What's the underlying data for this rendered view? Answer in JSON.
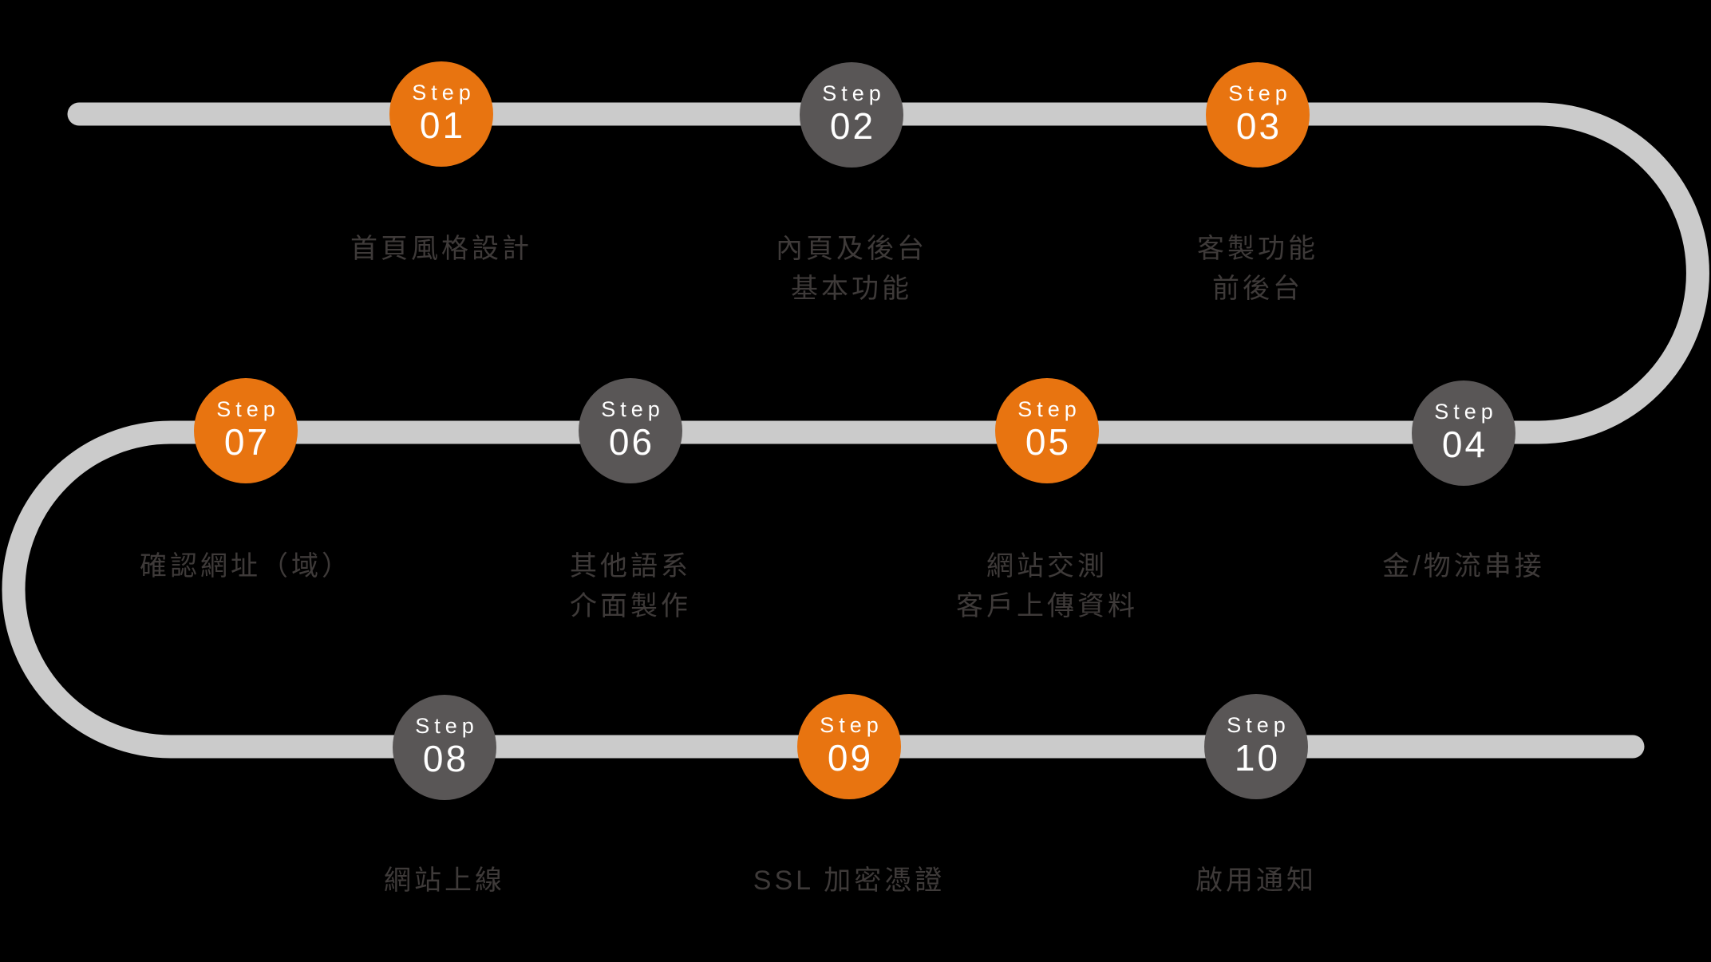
{
  "diagram_title": "website-build-process-steps",
  "colors": {
    "background": "#000000",
    "path": "#CBCBCB",
    "orange": "#E87410",
    "gray": "#595656",
    "label_text": "#3E3A39",
    "step_text": "#FFFFFF"
  },
  "steps": [
    {
      "prefix": "Step",
      "number": "01",
      "variant": "orange",
      "label_line1": "首頁風格設計"
    },
    {
      "prefix": "Step",
      "number": "02",
      "variant": "gray",
      "label_line1": "內頁及後台",
      "label_line2": "基本功能"
    },
    {
      "prefix": "Step",
      "number": "03",
      "variant": "orange",
      "label_line1": "客製功能",
      "label_line2": "前後台"
    },
    {
      "prefix": "Step",
      "number": "04",
      "variant": "gray",
      "label_line1": "金/物流串接"
    },
    {
      "prefix": "Step",
      "number": "05",
      "variant": "orange",
      "label_line1": "網站交測",
      "label_line2": "客戶上傳資料"
    },
    {
      "prefix": "Step",
      "number": "06",
      "variant": "gray",
      "label_line1": "其他語系",
      "label_line2": "介面製作"
    },
    {
      "prefix": "Step",
      "number": "07",
      "variant": "orange",
      "label_line1": "確認網址（域）"
    },
    {
      "prefix": "Step",
      "number": "08",
      "variant": "gray",
      "label_line1": "網站上線"
    },
    {
      "prefix": "Step",
      "number": "09",
      "variant": "orange",
      "label_line1": "SSL 加密憑證"
    },
    {
      "prefix": "Step",
      "number": "10",
      "variant": "gray",
      "label_line1": "啟用通知"
    }
  ]
}
